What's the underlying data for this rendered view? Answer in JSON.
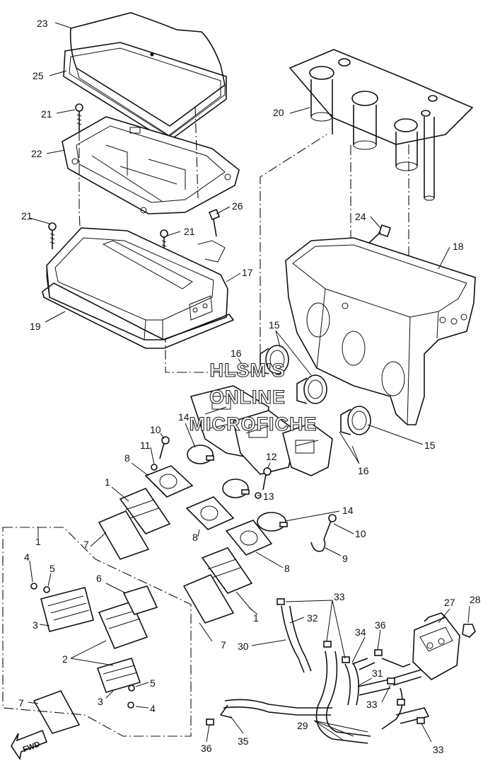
{
  "watermark": {
    "line1": "HLSM'S",
    "line2": "ONLINE",
    "line3": "MICROFICHE"
  },
  "fwd_label": "FWD",
  "callouts": [
    "23",
    "25",
    "21",
    "22",
    "21",
    "21",
    "26",
    "20",
    "24",
    "18",
    "17",
    "19",
    "15",
    "16",
    "15",
    "16",
    "14",
    "10",
    "11",
    "8",
    "12",
    "13",
    "14",
    "10",
    "9",
    "1",
    "7",
    "8",
    "8",
    "1",
    "4",
    "5",
    "6",
    "3",
    "2",
    "5",
    "3",
    "4",
    "7",
    "7",
    "1",
    "33",
    "32",
    "30",
    "34",
    "36",
    "27",
    "28",
    "31",
    "33",
    "29",
    "35",
    "36",
    "33"
  ]
}
